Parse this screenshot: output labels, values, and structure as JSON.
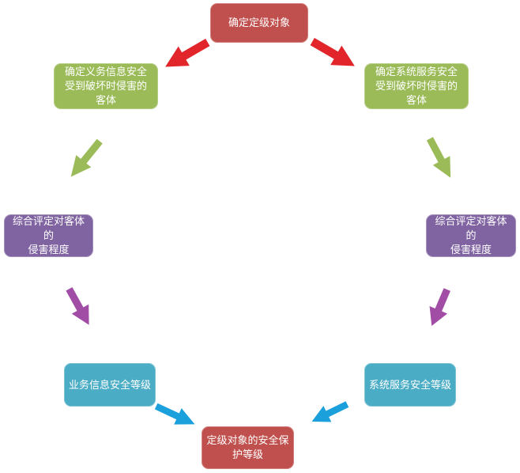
{
  "diagram_title": "security-grading-process-flow",
  "colors": {
    "background": "#FFFFFF",
    "text": "#FFFFFF",
    "box_red": "#C0504D",
    "box_green": "#9BBB59",
    "box_purple": "#8064A2",
    "box_teal": "#4BACC6",
    "arrow_red": "#E2252B",
    "arrow_green": "#9BBB59",
    "arrow_purple": "#A14DA5",
    "arrow_blue": "#1BA0DC"
  },
  "nodes": {
    "top": {
      "label": "确定定级对象",
      "color": "#C0504D"
    },
    "object_left": {
      "label": "确定义务信息安全\n受到破坏时侵害的\n客体",
      "color": "#9BBB59"
    },
    "object_right": {
      "label": "确定系统服务安全\n受到破坏时侵害的\n客体",
      "color": "#9BBB59"
    },
    "degree_left": {
      "label": "综合评定对客体的\n侵害程度",
      "color": "#8064A2"
    },
    "degree_right": {
      "label": "综合评定对客体的\n侵害程度",
      "color": "#8064A2"
    },
    "level_left": {
      "label": "业务信息安全等级",
      "color": "#4BACC6"
    },
    "level_right": {
      "label": "系统服务安全等级",
      "color": "#4BACC6"
    },
    "bottom": {
      "label": "定级对象的安全保\n护等级",
      "color": "#C0504D"
    }
  },
  "arrows": [
    {
      "from": "top",
      "to": "object_left",
      "color": "#E2252B",
      "direction": "down-left"
    },
    {
      "from": "top",
      "to": "object_right",
      "color": "#E2252B",
      "direction": "down-right"
    },
    {
      "from": "object_left",
      "to": "degree_left",
      "color": "#9BBB59",
      "direction": "down-left"
    },
    {
      "from": "object_right",
      "to": "degree_right",
      "color": "#9BBB59",
      "direction": "down-right"
    },
    {
      "from": "degree_left",
      "to": "level_left",
      "color": "#A14DA5",
      "direction": "down-right"
    },
    {
      "from": "degree_right",
      "to": "level_right",
      "color": "#A14DA5",
      "direction": "down-left"
    },
    {
      "from": "level_left",
      "to": "bottom",
      "color": "#1BA0DC",
      "direction": "down-right"
    },
    {
      "from": "level_right",
      "to": "bottom",
      "color": "#1BA0DC",
      "direction": "down-left"
    }
  ]
}
